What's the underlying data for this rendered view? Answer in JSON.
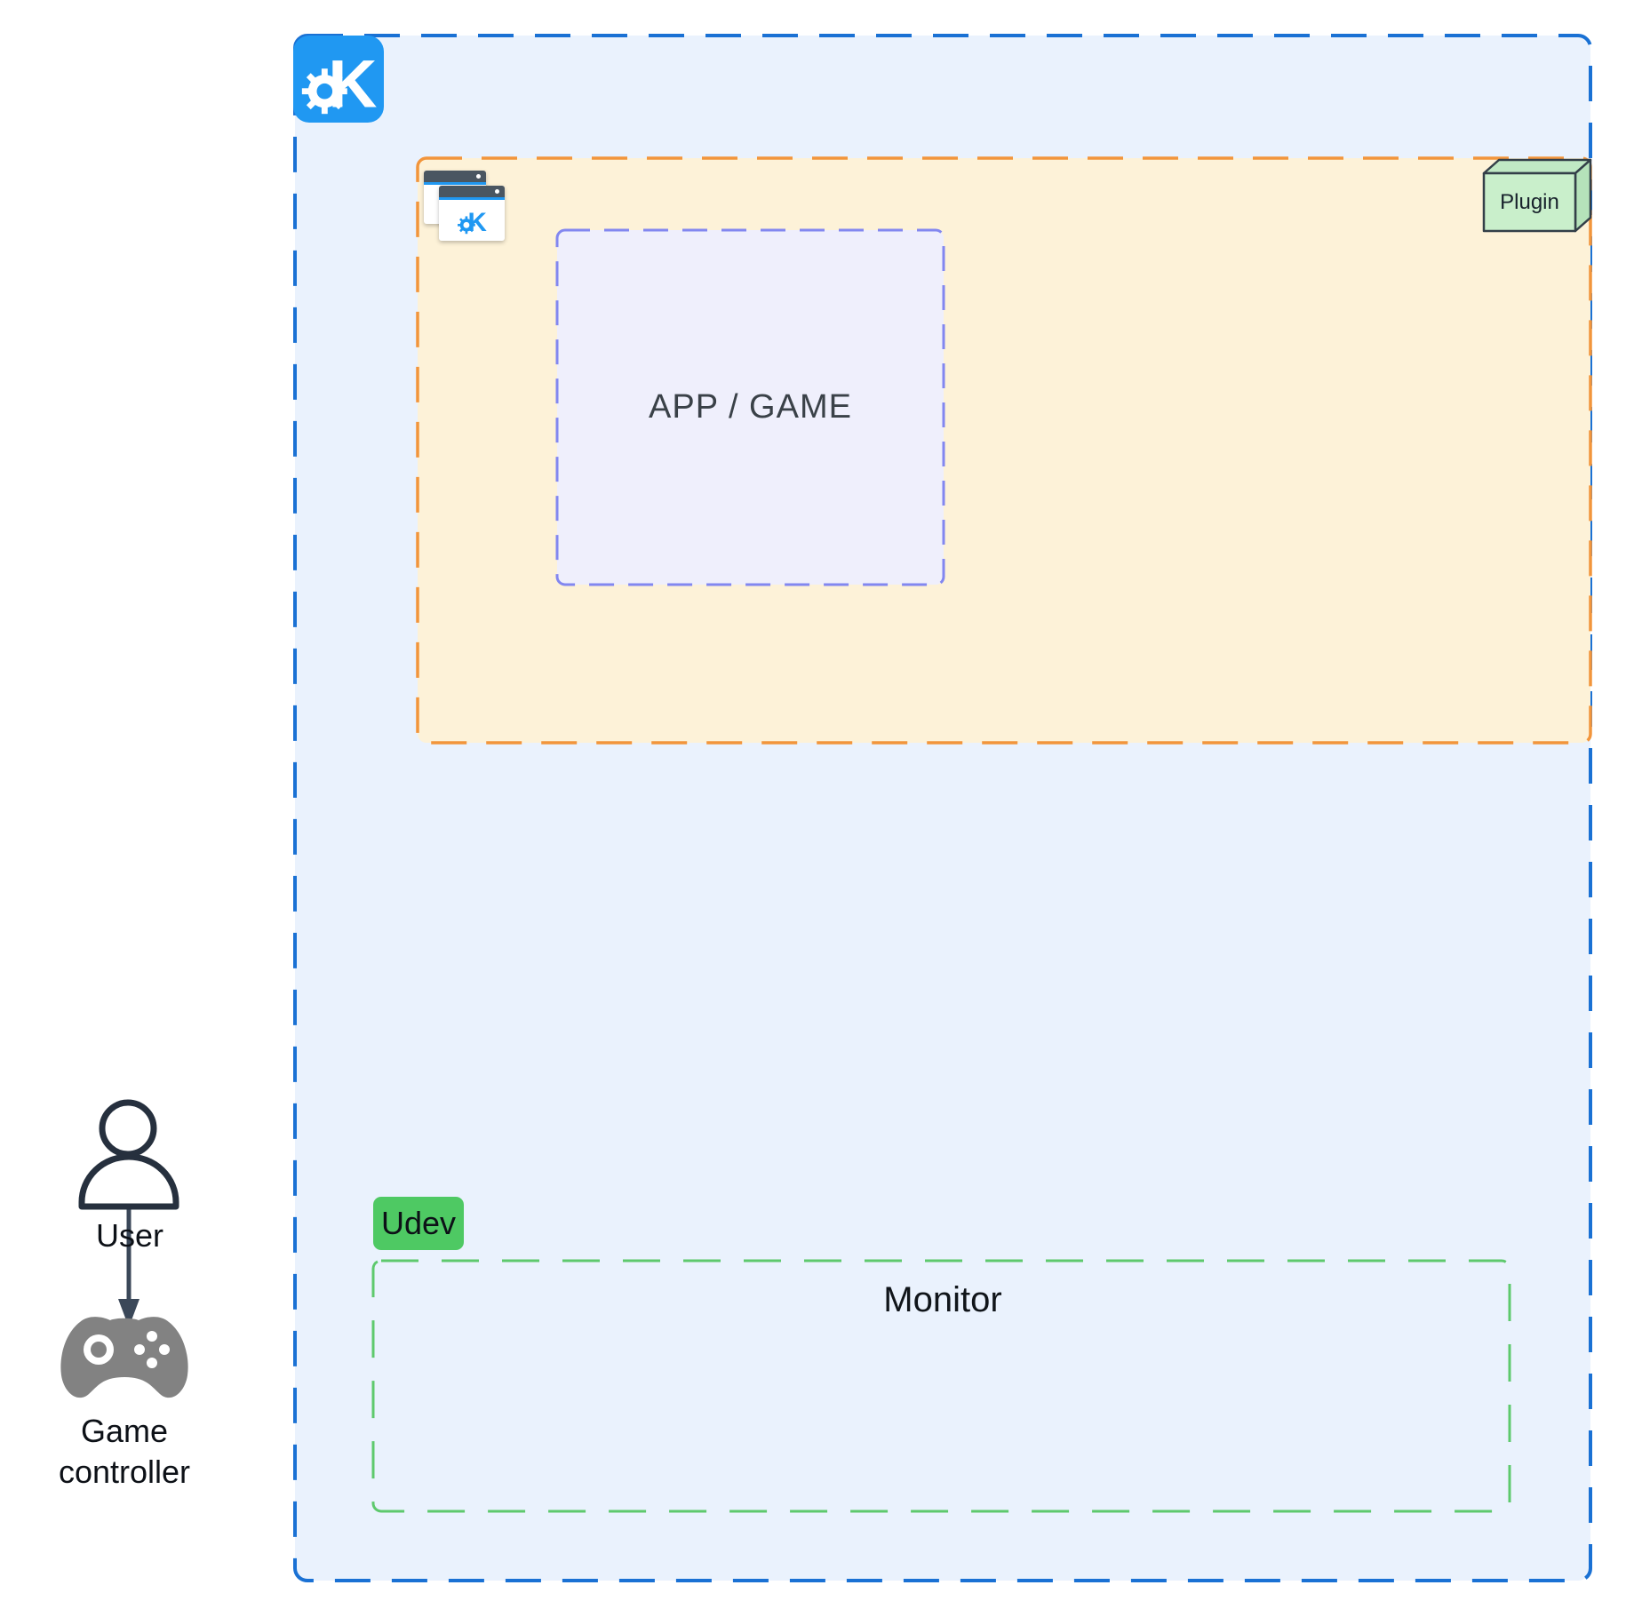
{
  "diagram": {
    "app_game": {
      "label": "APP / GAME"
    },
    "plugin": {
      "label": "Plugin"
    },
    "udev": {
      "label": "Udev"
    },
    "monitor": {
      "label": "Monitor"
    },
    "user": {
      "label": "User"
    },
    "game_controller": {
      "line1": "Game",
      "line2": "controller"
    }
  },
  "icons": {
    "kde_logo": "kde-gear-k",
    "app_windows": "overlapping-application-windows",
    "user": "person-outline",
    "game_controller": "gamepad",
    "arrow": "down-arrow"
  },
  "colors": {
    "kde_region_fill": "#eaf2fd",
    "kde_region_border": "#1a71d4",
    "kde_logo_blue": "#2098f2",
    "app_window_region_fill": "#fdf2d8",
    "app_window_region_border": "#f2953b",
    "app_game_fill": "#efeffc",
    "app_game_border": "#8287f0",
    "plugin_fill": "#c9efcb",
    "plugin_border": "#333f48",
    "udev_fill": "#4ec963",
    "monitor_border": "#5ec96d",
    "actor_stroke": "#26303e",
    "arrow_color": "#3b4859",
    "controller_gray": "#828282",
    "window_titlebar": "#4a5661"
  }
}
